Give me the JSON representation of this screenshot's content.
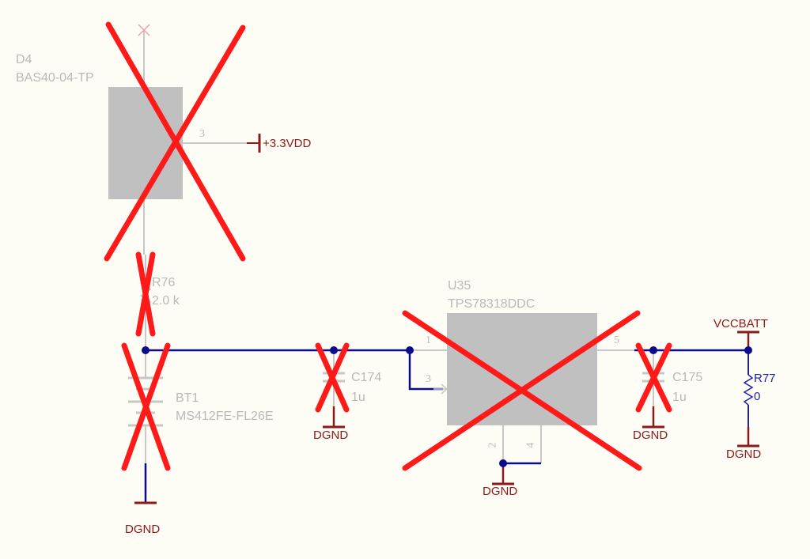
{
  "components": {
    "d4": {
      "ref": "D4",
      "value": "BAS40-04-TP",
      "pin3": "3"
    },
    "r76": {
      "ref": "R76",
      "value": "2.0 k"
    },
    "bt1": {
      "ref": "BT1",
      "value": "MS412FE-FL26E"
    },
    "c174": {
      "ref": "C174",
      "value": "1u"
    },
    "u35": {
      "ref": "U35",
      "value": "TPS78318DDC",
      "pin1": "1",
      "pin2": "2",
      "pin3": "3",
      "pin4": "4",
      "pin5": "5"
    },
    "c175": {
      "ref": "C175",
      "value": "1u"
    },
    "r77": {
      "ref": "R77",
      "value": "0"
    }
  },
  "nets": {
    "vdd": "+3.3VDD",
    "vccbatt": "VCCBATT",
    "gnd_bt1": "DGND",
    "gnd_c174": "DGND",
    "gnd_u35": "DGND",
    "gnd_c175": "DGND",
    "gnd_r77": "DGND"
  },
  "colors": {
    "wire": "#0b0b8c",
    "power": "#8b1a1a",
    "dnp_cross": "#ff1a1a",
    "body": "#c0c0c0",
    "muted": "#b9b9b9"
  }
}
